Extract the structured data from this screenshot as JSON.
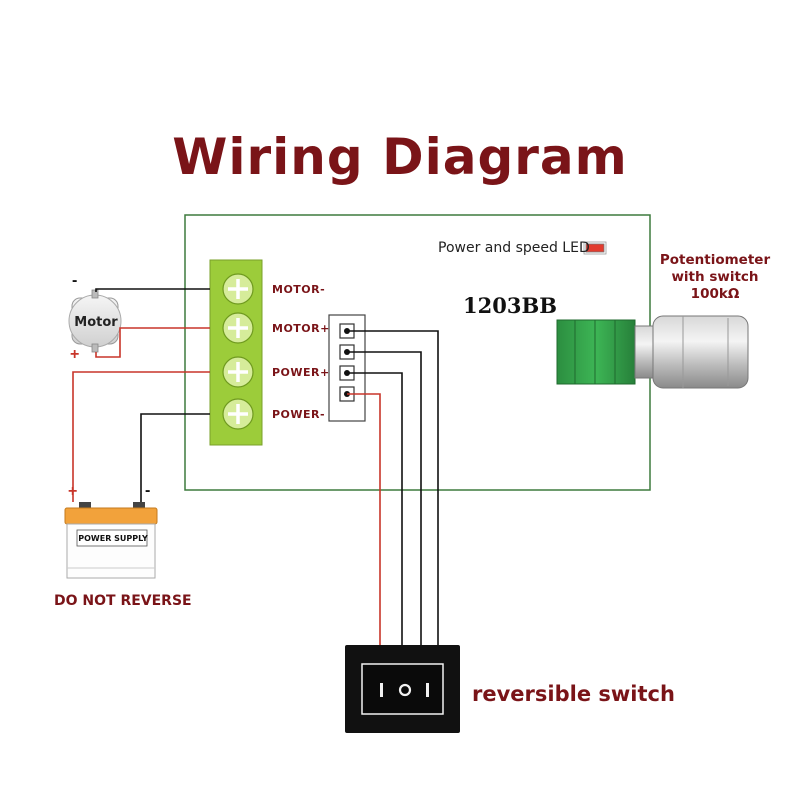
{
  "title": "Wiring Diagram",
  "board": {
    "model": "1203BB",
    "led_label": "Power and speed LED"
  },
  "potentiometer": {
    "line1": "Potentiometer",
    "line2": "with switch",
    "line3": "100kΩ"
  },
  "terminals": [
    "MOTOR-",
    "MOTOR+",
    "POWER+",
    "POWER-"
  ],
  "motor": {
    "label": "Motor",
    "minus": "-",
    "plus": "+"
  },
  "power_supply": {
    "label": "POWER SUPPLY",
    "plus": "+",
    "minus": "-",
    "warning": "DO NOT REVERSE"
  },
  "switch": {
    "label": "reversible switch",
    "symbols": "I O I"
  },
  "colors": {
    "title": "#7a1418",
    "terminal_block": "#9ccc3a",
    "pot_body": "#2e9a45",
    "wire_black": "#111111",
    "wire_red": "#c8352a",
    "battery_top": "#f2a23b"
  }
}
